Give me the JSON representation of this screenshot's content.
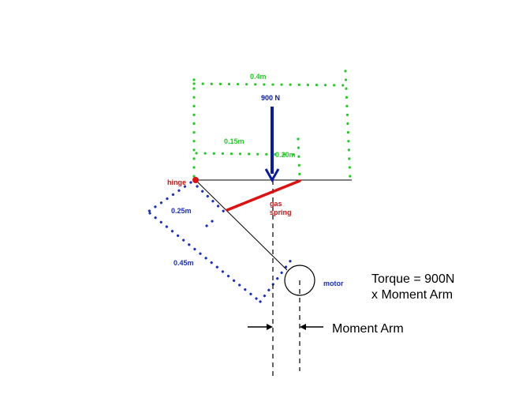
{
  "labels": {
    "dim_04": "0.4m",
    "force": "900 N",
    "dim_015": "0.15m",
    "dim_020": "0.20m",
    "hinge": "hinge",
    "dim_025": "0.25m",
    "gas_spring_line1": "gas",
    "gas_spring_line2": "spring",
    "dim_045": "0.45m",
    "motor": "motor",
    "torque_line1": "Torque = 900N",
    "torque_line2": "x Moment Arm",
    "moment_arm": "Moment Arm"
  },
  "colors": {
    "green_dim": "#22cc22",
    "blue_dim": "#1a2ec8",
    "force_arrow": "#0a1aa8",
    "gas_spring": "#dd1111",
    "hinge_point": "#dd1111",
    "lines": "#000000",
    "motor_label": "#1a2ec8",
    "hinge_label": "#cc1111"
  },
  "icons": {
    "hinge": "red-dot",
    "motor": "circle"
  }
}
